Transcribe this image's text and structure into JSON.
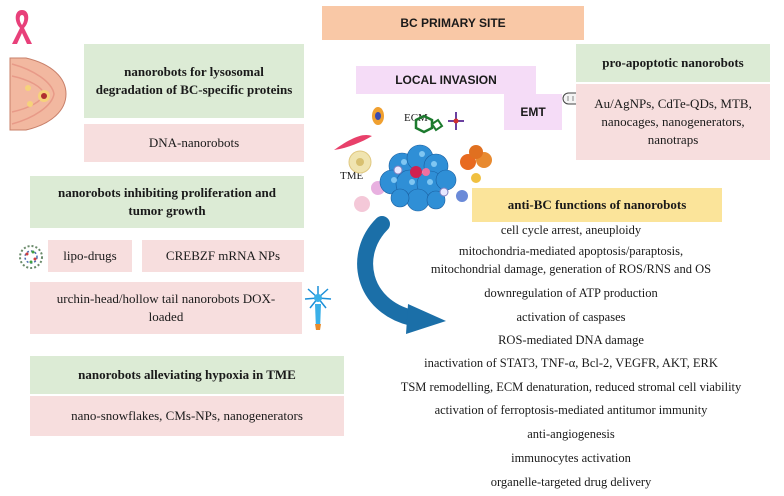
{
  "header": {
    "primary_site": "BC PRIMARY SITE"
  },
  "center": {
    "local_invasion": "LOCAL INVASION",
    "emt": "EMT",
    "ecm_label": "ECM",
    "tme_label": "TME"
  },
  "left": {
    "lysosomal_title": "nanorobots for lysosomal degradation of BC-specific proteins",
    "lysosomal_item": "DNA-nanorobots",
    "proliferation_title": "nanorobots inhibiting proliferation and tumor growth",
    "lipo_drugs": "lipo-drugs",
    "crebzf": "CREBZF mRNA NPs",
    "urchin": "urchin-head/hollow tail nanorobots DOX-loaded",
    "hypoxia_title": "nanorobots alleviating hypoxia in TME",
    "hypoxia_item": "nano-snowflakes, CMs-NPs, nanogenerators"
  },
  "right": {
    "apoptotic_title": "pro-apoptotic nanorobots",
    "apoptotic_items": "Au/AgNPs, CdTe-QDs, MTB, nanocages, nanogenerators, nanotraps",
    "functions_title": "anti-BC functions of nanorobots",
    "functions": [
      "cell cycle arrest, aneuploidy",
      "mitochondria-mediated apoptosis/paraptosis,",
      "mitochondrial damage, generation of ROS/RNS and OS",
      "downregulation of ATP production",
      "activation of caspases",
      "ROS-mediated DNA damage",
      "inactivation of STAT3, TNF-α, Bcl-2, VEGFR, AKT, ERK",
      "TSM remodelling, ECM denaturation, reduced stromal cell viability",
      "activation of ferroptosis-mediated antitumor immunity",
      "anti-angiogenesis",
      "immunocytes activation",
      "organelle-targeted drug delivery"
    ]
  },
  "colors": {
    "green_box": "#dcebd5",
    "pink_box": "#f7dede",
    "orange_box": "#f9c8a6",
    "yellow_box": "#fbe49a",
    "purple_box": "#f5dcf7",
    "arrow": "#1b6fa8"
  },
  "icons": [
    "pink-ribbon-icon",
    "breast-tissue-icon",
    "nanoparticle-icon",
    "urchin-nanorobot-icon",
    "bacterium-icon",
    "tumor-cluster-icon"
  ]
}
